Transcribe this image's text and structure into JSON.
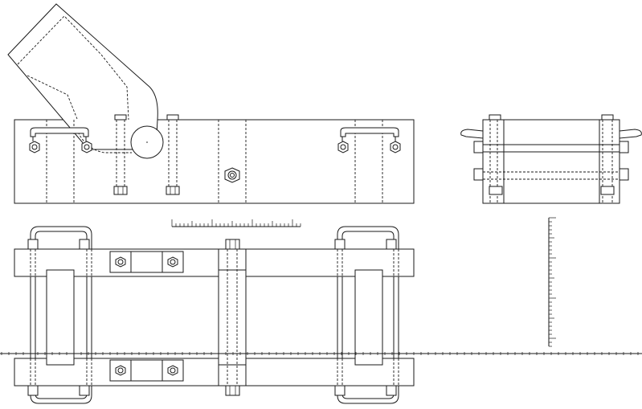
{
  "drawing": {
    "kind": "engineering-orthographic-views",
    "views": [
      "front-view",
      "side-view",
      "top-view"
    ],
    "scale_bars": [
      "horizontal-scale-bar",
      "vertical-scale-bar"
    ],
    "ruler": "bottom-ruler"
  },
  "colors": {
    "line": "#1a1a1a",
    "background": "#ffffff"
  }
}
